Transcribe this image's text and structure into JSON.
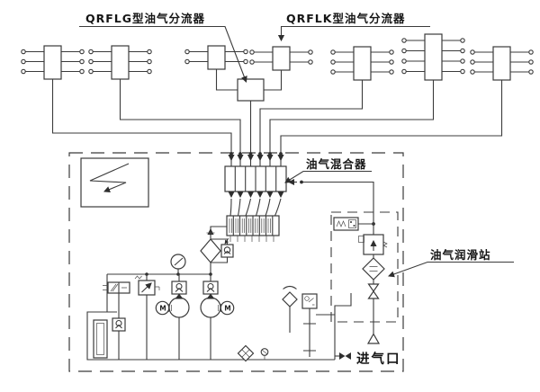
{
  "diagram": {
    "title_context": "oil-gas lubrication system schematic",
    "labels": {
      "qrflg_distributor": "QRFLG型油气分流器",
      "qrflk_distributor": "QRFLK型油气分流器",
      "oil_gas_mixer": "油气混合器",
      "oil_gas_lubrication_station": "油气润滑站",
      "air_inlet": "进气口",
      "motor": "M"
    },
    "colors": {
      "line": "#3b3b3b",
      "text": "#151515",
      "background": "#ffffff"
    },
    "components": [
      "oil-gas-distributor-3-port-left-1",
      "oil-gas-distributor-3-port-left-2",
      "oil-gas-distributor-2-port-left",
      "central-collector-block",
      "oil-gas-distributor-2-port-right",
      "oil-gas-distributor-3-port-right-1",
      "oil-gas-distributor-4-port",
      "oil-gas-distributor-3-port-right-2",
      "oil-gas-mixer-6-cell",
      "progressive-divider-block",
      "electric-control-panel",
      "pressure-gauge",
      "solenoid-valve",
      "relief-valve",
      "check-valve-1",
      "check-valve-2",
      "check-valve-3",
      "pump-1",
      "pump-2",
      "motor-1",
      "motor-2",
      "oil-filter-with-bypass",
      "suction-strainer",
      "drain-plug",
      "oil-tank",
      "breather",
      "level-switch",
      "drain-valve",
      "pressure-switch",
      "air-regulator",
      "air-filter",
      "quick-coupler",
      "air-inlet-port",
      "station-dashed-enclosure",
      "air-unit-dashed-enclosure"
    ]
  }
}
